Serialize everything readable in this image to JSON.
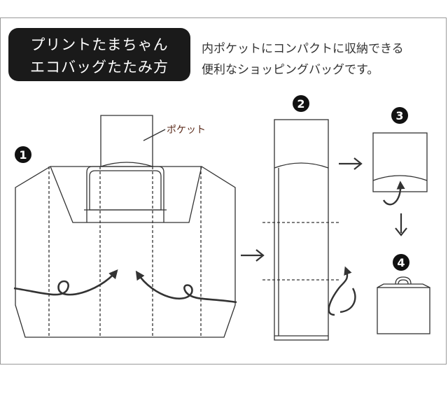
{
  "title": {
    "line1": "プリントたまちゃん",
    "line2": "エコバッグたたみ方"
  },
  "description": {
    "line1": "内ポケットにコンパクトに収納できる",
    "line2": "便利なショッピングバッグです。"
  },
  "labels": {
    "pocket": "ポケット"
  },
  "steps": [
    "1",
    "2",
    "3",
    "4"
  ],
  "colors": {
    "title_background": "#1a1a1a",
    "title_text": "#ffffff",
    "line": "#333333",
    "frame": "#9a9a9a"
  }
}
